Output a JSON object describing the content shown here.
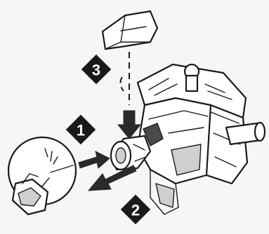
{
  "steps": {
    "step1": "1",
    "step2": "2",
    "step3": "3"
  },
  "colors": {
    "line": "#1a1a1a",
    "shade": "#cfcfcf",
    "badge": "#1a1a1a",
    "badge_text": "#ffffff"
  },
  "icons": {
    "cover": "cover-part",
    "figure_body": "robot-torso",
    "detail": "magnified-detail-circle"
  }
}
